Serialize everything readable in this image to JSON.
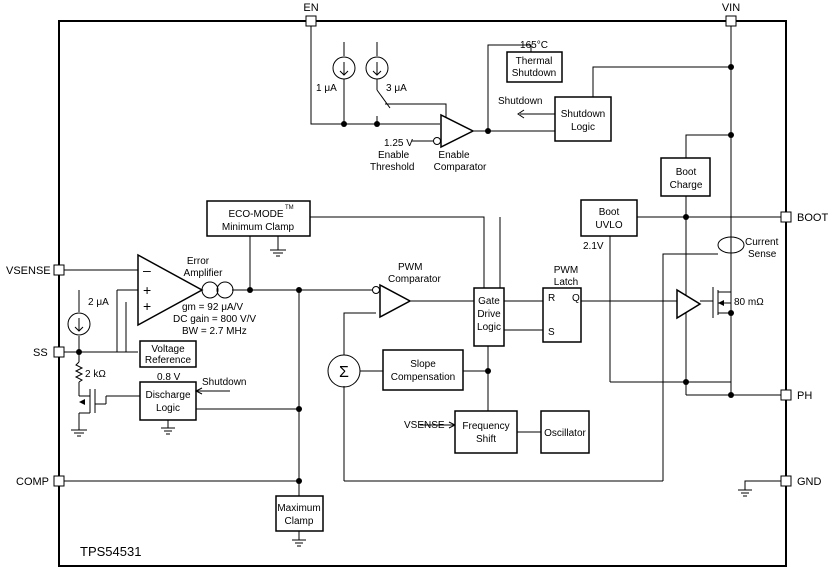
{
  "part_number": "TPS54531",
  "pins": {
    "en": "EN",
    "vin": "VIN",
    "boot": "BOOT",
    "ph": "PH",
    "gnd": "GND",
    "vsense": "VSENSE",
    "ss": "SS",
    "comp": "COMP"
  },
  "blocks": {
    "thermal_temp": "165°C",
    "thermal_1": "Thermal",
    "thermal_2": "Shutdown",
    "shutdown_logic_1": "Shutdown",
    "shutdown_logic_2": "Logic",
    "boot_charge_1": "Boot",
    "boot_charge_2": "Charge",
    "eco_1": "ECO-MODE",
    "eco_tm": "TM",
    "eco_2": "Minimum Clamp",
    "boot_uvlo_1": "Boot",
    "boot_uvlo_2": "UVLO",
    "voltage_ref_1": "Voltage",
    "voltage_ref_2": "Reference",
    "discharge_1": "Discharge",
    "discharge_2": "Logic",
    "gate_drive_1": "Gate",
    "gate_drive_2": "Drive",
    "gate_drive_3": "Logic",
    "slope_1": "Slope",
    "slope_2": "Compensation",
    "freq_1": "Frequency",
    "freq_2": "Shift",
    "oscillator": "Oscillator",
    "max_clamp_1": "Maximum",
    "max_clamp_2": "Clamp",
    "latch_r": "R",
    "latch_q": "Q",
    "latch_s": "S",
    "sigma": "Σ"
  },
  "labels": {
    "current_1ua": "1 μA",
    "current_3ua": "3 μA",
    "current_2ua": "2 μA",
    "shutdown_arrow": "Shutdown",
    "threshold_v": "1.25 V",
    "threshold_1": "Enable",
    "threshold_2": "Threshold",
    "enable_comp_1": "Enable",
    "enable_comp_2": "Comparator",
    "error_amp_1": "Error",
    "error_amp_2": "Amplifier",
    "gm": "gm = 92 μA/V",
    "dc_gain": "DC gain = 800 V/V",
    "bw": "BW = 2.7 MHz",
    "pwm_comp_1": "PWM",
    "pwm_comp_2": "Comparator",
    "pwm_latch_1": "PWM",
    "pwm_latch_2": "Latch",
    "current_sense_1": "Current",
    "current_sense_2": "Sense",
    "mosfet_r": "80 mΩ",
    "uvlo_v": "2.1V",
    "ref_v": "0.8 V",
    "resistor": "2 kΩ",
    "shutdown_discharge": "Shutdown",
    "vsense_freq": "VSENSE",
    "minus": "–",
    "plus1": "+",
    "plus2": "+"
  }
}
